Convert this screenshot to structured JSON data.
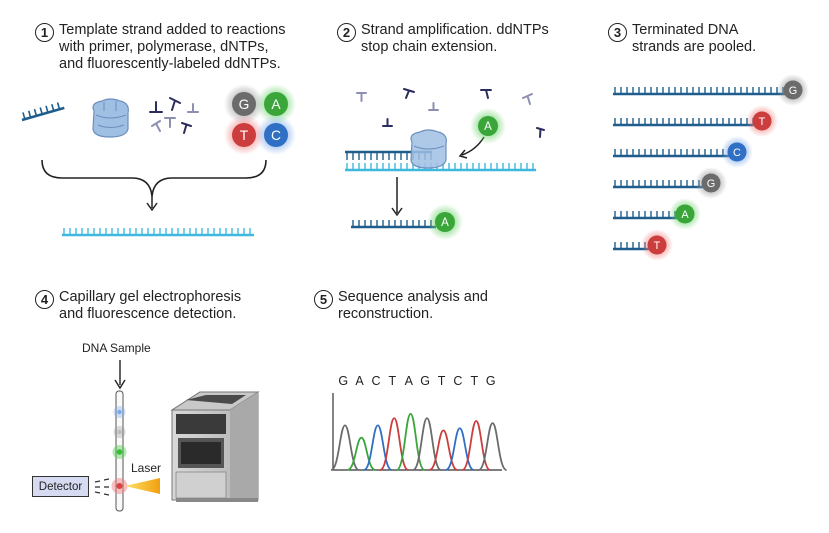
{
  "steps": [
    {
      "number": "1",
      "lines": [
        "Template strand added to reactions",
        "with primer, polymerase, dNTPs,",
        "and fluorescently-labeled ddNTPs."
      ]
    },
    {
      "number": "2",
      "lines": [
        "Strand amplification. ddNTPs",
        "stop chain extension."
      ]
    },
    {
      "number": "3",
      "lines": [
        "Terminated DNA",
        "strands are pooled."
      ]
    },
    {
      "number": "4",
      "lines": [
        "Capillary gel electrophoresis",
        "and fluorescence detection."
      ]
    },
    {
      "number": "5",
      "lines": [
        "Sequence analysis and",
        "reconstruction."
      ]
    }
  ],
  "nucleotides": {
    "G": "#6b6b6b",
    "A": "#3aa63a",
    "T": "#cc3d3d",
    "C": "#2f6fc4"
  },
  "step1_bases": [
    "G",
    "A",
    "T",
    "C"
  ],
  "step2_base": "A",
  "pooled_strands": [
    "G",
    "T",
    "C",
    "G",
    "A",
    "T"
  ],
  "dna_sample_label": "DNA Sample",
  "laser_label": "Laser",
  "detector_label": "Detector",
  "sequence": [
    "G",
    "A",
    "C",
    "T",
    "A",
    "G",
    "T",
    "C",
    "T",
    "G"
  ],
  "colors": {
    "strand_dark": "#1f5d8c",
    "strand_light": "#3fb8df",
    "polymerase": "#8fb0db"
  }
}
